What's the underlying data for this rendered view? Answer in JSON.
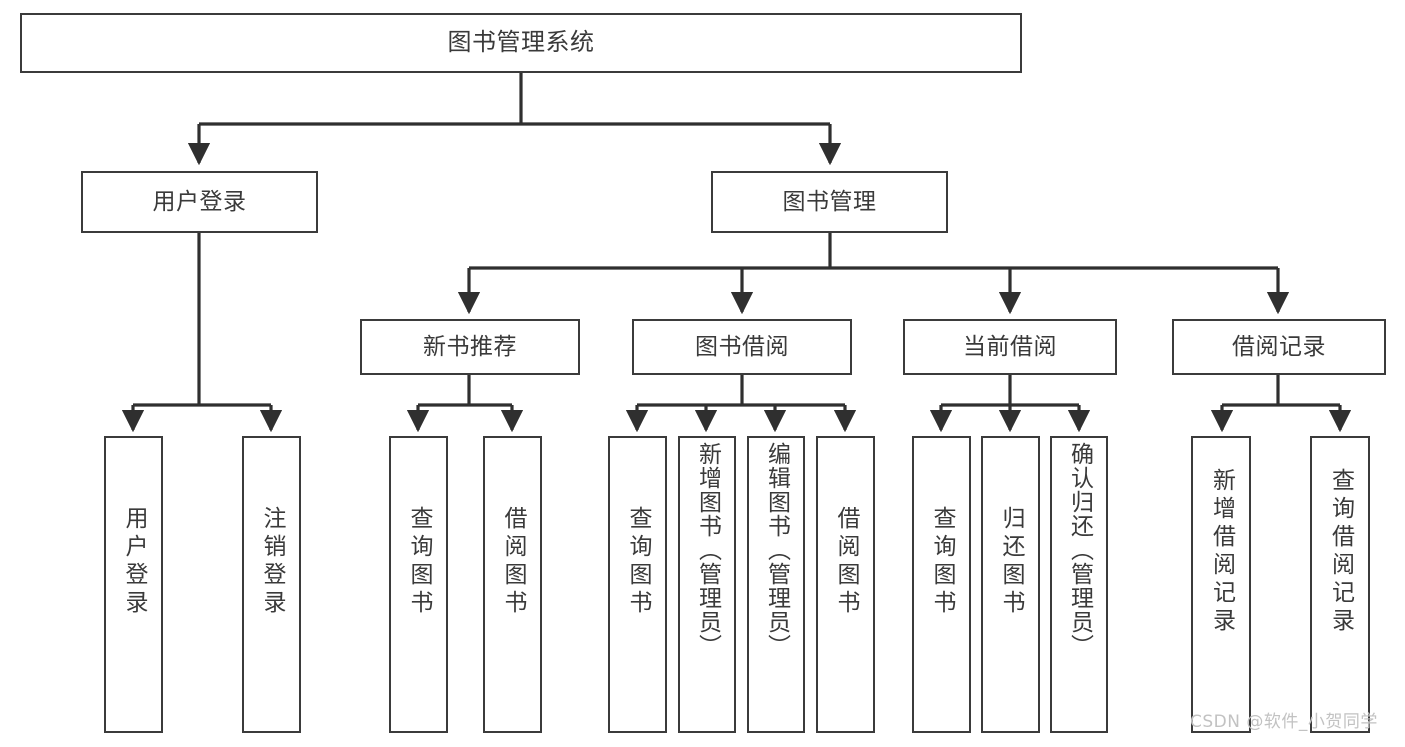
{
  "diagram": {
    "title": "图书管理系统",
    "type": "hierarchy-tree",
    "levels": 4,
    "root": {
      "id": "root",
      "label": "图书管理系统"
    },
    "level2": [
      {
        "id": "user-login",
        "label": "用户登录"
      },
      {
        "id": "book-manage",
        "label": "图书管理"
      }
    ],
    "level3": [
      {
        "id": "new-book-rec",
        "label": "新书推荐",
        "parent": "book-manage"
      },
      {
        "id": "book-borrow",
        "label": "图书借阅",
        "parent": "book-manage"
      },
      {
        "id": "current-borrow",
        "label": "当前借阅",
        "parent": "book-manage"
      },
      {
        "id": "borrow-record",
        "label": "借阅记录",
        "parent": "book-manage"
      }
    ],
    "leaves": [
      {
        "id": "leaf-user-login",
        "label": "用户登录",
        "parent": "user-login"
      },
      {
        "id": "leaf-logout-login",
        "label": "注销登录",
        "parent": "user-login"
      },
      {
        "id": "leaf-query-book-1",
        "label": "查询图书",
        "parent": "new-book-rec"
      },
      {
        "id": "leaf-borrow-book-1",
        "label": "借阅图书",
        "parent": "new-book-rec"
      },
      {
        "id": "leaf-query-book-2",
        "label": "查询图书",
        "parent": "book-borrow"
      },
      {
        "id": "leaf-add-book",
        "label": "新增图书（管理员）",
        "parent": "book-borrow"
      },
      {
        "id": "leaf-edit-book",
        "label": "编辑图书（管理员）",
        "parent": "book-borrow"
      },
      {
        "id": "leaf-borrow-book-2",
        "label": "借阅图书",
        "parent": "book-borrow"
      },
      {
        "id": "leaf-query-book-3",
        "label": "查询图书",
        "parent": "current-borrow"
      },
      {
        "id": "leaf-return-book",
        "label": "归还图书",
        "parent": "current-borrow"
      },
      {
        "id": "leaf-confirm-return",
        "label": "确认归还（管理员）",
        "parent": "current-borrow"
      },
      {
        "id": "leaf-add-record",
        "label": "新增借阅记录",
        "parent": "borrow-record"
      },
      {
        "id": "leaf-query-record",
        "label": "查询借阅记录",
        "parent": "borrow-record"
      }
    ],
    "watermark": "CSDN @软件_小贺同学",
    "colors": {
      "border": "#3b3b3b",
      "text": "#3a3a3a",
      "background": "#ffffff",
      "edge": "#2f2f2f",
      "watermark": "#c2c2c2"
    }
  }
}
